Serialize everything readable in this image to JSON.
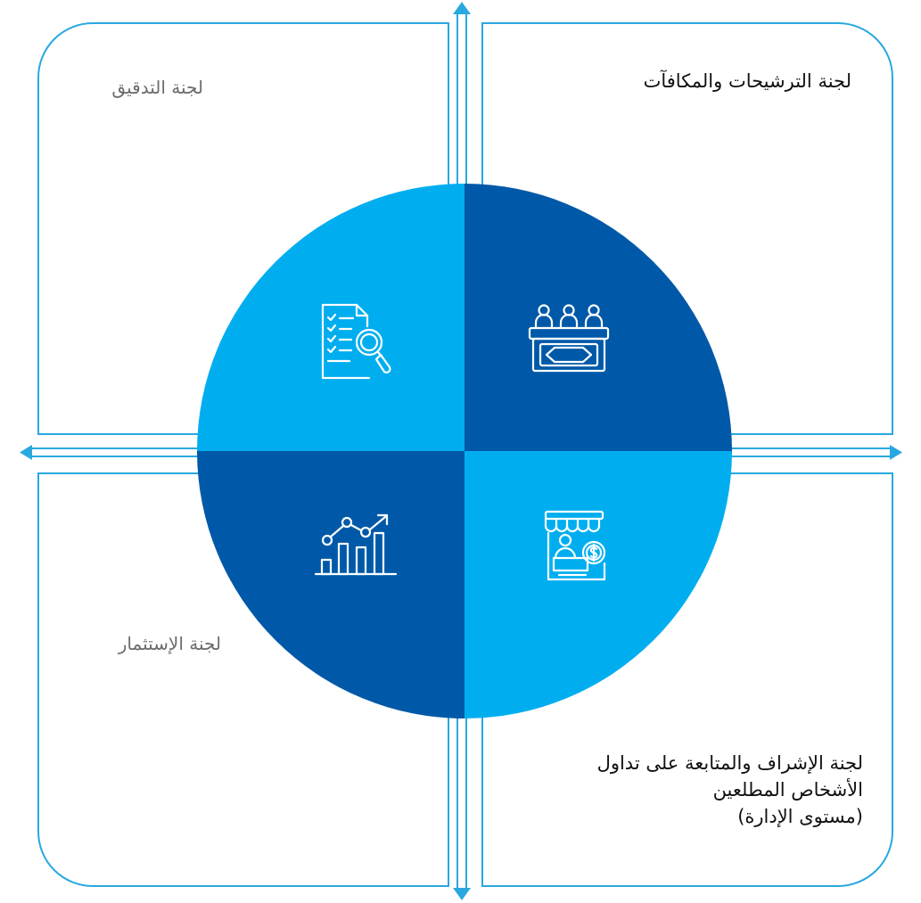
{
  "colors": {
    "outline": "#29a8e0",
    "light_blue": "#00aeef",
    "dark_blue": "#0059a8",
    "icon_stroke": "#ffffff"
  },
  "quadrants": {
    "top_left": {
      "label": "لجنة التدقيق",
      "icon": "document-audit-magnifier-icon"
    },
    "top_right": {
      "label": "لجنة الترشيحات والمكافآت",
      "icon": "committee-panel-icon"
    },
    "bottom_left": {
      "label": "لجنة الإستثمار",
      "icon": "growth-chart-icon"
    },
    "bottom_right": {
      "line1": "لجنة الإشراف والمتابعة على تداول",
      "line2": "الأشخاص المطلعين",
      "line3": "(مستوى الإدارة)",
      "icon": "market-stall-dollar-icon"
    }
  }
}
